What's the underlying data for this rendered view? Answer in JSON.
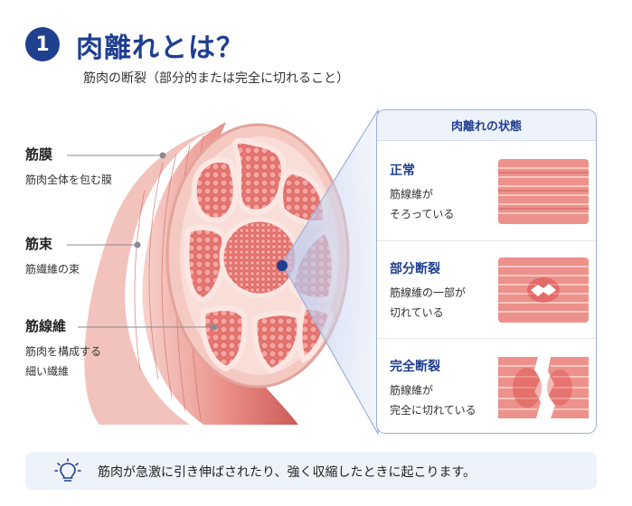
{
  "header": {
    "step_number": "1",
    "title": "肉離れとは？",
    "subtitle": "筋肉の断裂（部分的または完全に切れること）"
  },
  "labels": [
    {
      "title": "筋膜",
      "desc": [
        "筋肉全体を包む膜"
      ]
    },
    {
      "title": "筋束",
      "desc": [
        "筋繊維の束"
      ]
    },
    {
      "title": "筋線維",
      "desc": [
        "筋肉を構成する",
        "細い繊維"
      ]
    }
  ],
  "state_panel": {
    "title": "肉離れの状態",
    "states": [
      {
        "title": "正常",
        "desc": [
          "筋線維が",
          "そろっている"
        ],
        "kind": "normal"
      },
      {
        "title": "部分断裂",
        "desc": [
          "筋線維の一部が",
          "切れている"
        ],
        "kind": "partial"
      },
      {
        "title": "完全断裂",
        "desc": [
          "筋線維が",
          "完全に切れている"
        ],
        "kind": "complete"
      }
    ]
  },
  "tip": {
    "icon": "lightbulb-icon",
    "text": "筋肉が急激に引き伸ばされたり、強く収縮したときに起こります。"
  },
  "colors": {
    "accent": "#1f3f8f",
    "muscle": "#e47a78",
    "muscle_light": "#f3b3ad",
    "panel_bg": "#eef2fa"
  }
}
